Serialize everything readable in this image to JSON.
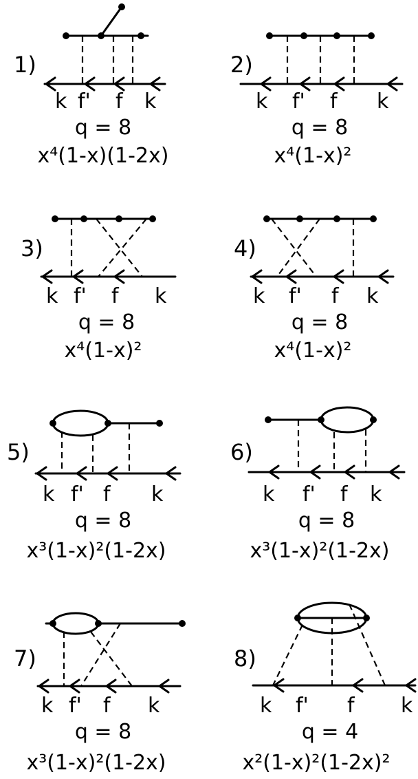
{
  "diagrams": [
    {
      "number": "1)",
      "labels": [
        "k",
        "f'",
        "f",
        "k"
      ],
      "q": "q = 8",
      "formula": "x⁴(1-x)(1-2x)"
    },
    {
      "number": "2)",
      "labels": [
        "k",
        "f'",
        "f",
        "k"
      ],
      "q": "q = 8",
      "formula": "x⁴(1-x)²"
    },
    {
      "number": "3)",
      "labels": [
        "k",
        "f'",
        "f",
        "k"
      ],
      "q": "q = 8",
      "formula": "x⁴(1-x)²"
    },
    {
      "number": "4)",
      "labels": [
        "k",
        "f'",
        "f",
        "k"
      ],
      "q": "q = 8",
      "formula": "x⁴(1-x)²"
    },
    {
      "number": "5)",
      "labels": [
        "k",
        "f'",
        "f",
        "k"
      ],
      "q": "q = 8",
      "formula": "x³(1-x)²(1-2x)"
    },
    {
      "number": "6)",
      "labels": [
        "k",
        "f'",
        "f",
        "k"
      ],
      "q": "q = 8",
      "formula": "x³(1-x)²(1-2x)"
    },
    {
      "number": "7)",
      "labels": [
        "k",
        "f'",
        "f",
        "k"
      ],
      "q": "q = 8",
      "formula": "x³(1-x)²(1-2x)"
    },
    {
      "number": "8)",
      "labels": [
        "k",
        "f'",
        "f",
        "k"
      ],
      "q": "q = 4",
      "formula": "x²(1-x)²(1-2x)²"
    }
  ]
}
